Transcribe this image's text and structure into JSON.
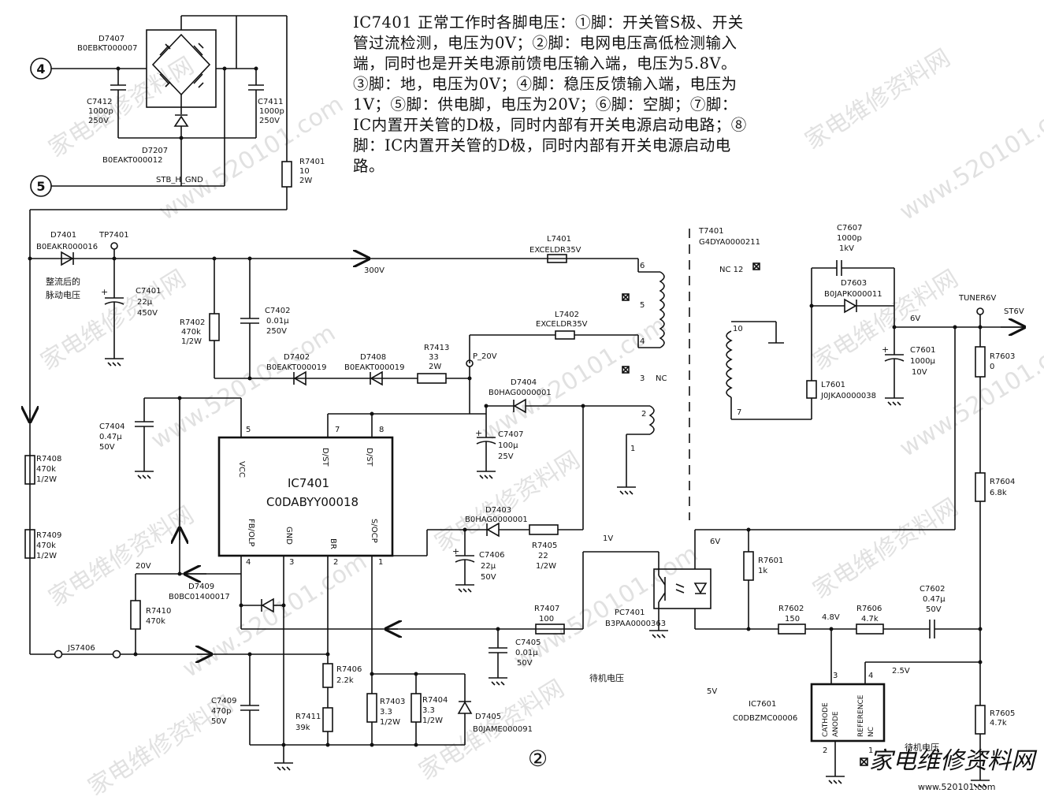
{
  "description": "IC7401 正常工作时各脚电压：①脚：开关管S极、开关管过流检测，电压为0V；②脚：电网电压高低检测输入端，同时也是开关电源前馈电压输入端，电压为5.8V。③脚：地，电压为0V；④脚：稳压反馈输入端，电压为1V；⑤脚：供电脚，电压为20V；⑥脚：空脚；⑦脚：IC内置开关管的D极，同时内部有开关电源启动电路；⑧脚：IC内置开关管的D极，同时内部有开关电源启动电路。",
  "page_number": "②",
  "connectors": {
    "c4": "4",
    "c5": "5"
  },
  "ic7401": {
    "name": "IC7401",
    "part": "C0DABYY00018",
    "pins": [
      {
        "num": "5",
        "label": "VCC"
      },
      {
        "num": "7",
        "label": "D/ST"
      },
      {
        "num": "8",
        "label": "D/ST"
      },
      {
        "num": "4",
        "label": "FB/OLP"
      },
      {
        "num": "3",
        "label": "GND"
      },
      {
        "num": "2",
        "label": "BR"
      },
      {
        "num": "1",
        "label": "S/OCP"
      }
    ]
  },
  "ic7601": {
    "name": "IC7601",
    "part": "C0DBZMC00006",
    "pins": {
      "cathode": "CATHODE",
      "anode": "ANODE",
      "reference": "REFERENCE",
      "nc": "NC",
      "p3": "3",
      "p4": "4",
      "p2": "2",
      "p1": "1"
    }
  },
  "t7401": {
    "name": "T7401",
    "part": "G4DYA0000211",
    "pins": [
      "6",
      "5",
      "4",
      "3",
      "2",
      "1",
      "10",
      "7"
    ],
    "nc12": "NC 12",
    "nc3": "NC"
  },
  "pc7401": {
    "name": "PC7401",
    "part": "B3PAA0000363"
  },
  "components": {
    "d7407": {
      "name": "D7407",
      "part": "B0EBKT000007"
    },
    "d7207": {
      "name": "D7207",
      "part": "B0EAKT000012"
    },
    "c7412": {
      "name": "C7412",
      "v1": "1000p",
      "v2": "250V"
    },
    "c7411": {
      "name": "C7411",
      "v1": "1000p",
      "v2": "250V"
    },
    "r7401": {
      "name": "R7401",
      "v1": "10",
      "v2": "2W"
    },
    "stb": "STB_H_GND",
    "d7401": {
      "name": "D7401",
      "part": "B0EAKR000016"
    },
    "tp7401": "TP7401",
    "c7401": {
      "name": "C7401",
      "v1": "22μ",
      "v2": "450V"
    },
    "pulse": {
      "l1": "整流后的",
      "l2": "脉动电压"
    },
    "l7401": {
      "name": "L7401",
      "part": "EXCELDR35V"
    },
    "l7402": {
      "name": "L7402",
      "part": "EXCELDR35V"
    },
    "v300": "300V",
    "r7402": {
      "name": "R7402",
      "v1": "470k",
      "v2": "1/2W"
    },
    "c7402": {
      "name": "C7402",
      "v1": "0.01μ",
      "v2": "250V"
    },
    "d7402": {
      "name": "D7402",
      "part": "B0EAKT000019"
    },
    "d7408": {
      "name": "D7408",
      "part": "B0EAKT000019"
    },
    "r7413": {
      "name": "R7413",
      "v1": "33",
      "v2": "2W"
    },
    "p20v": "P_20V",
    "d7404": {
      "name": "D7404",
      "part": "B0HAG0000001"
    },
    "c7407": {
      "name": "C7407",
      "v1": "100μ",
      "v2": "25V"
    },
    "c7404": {
      "name": "C7404",
      "v1": "0.47μ",
      "v2": "50V"
    },
    "r7408": {
      "name": "R7408",
      "v1": "470k",
      "v2": "1/2W"
    },
    "r7409": {
      "name": "R7409",
      "v1": "470k",
      "v2": "1/2W"
    },
    "v20": "20V",
    "r7410": {
      "name": "R7410",
      "v1": "470k"
    },
    "d7409": {
      "name": "D7409",
      "part": "B0BC01400017"
    },
    "js7406": "JS7406",
    "d7403": {
      "name": "D7403",
      "part": "B0HAG0000001"
    },
    "c7406": {
      "name": "C7406",
      "v1": "22μ",
      "v2": "50V"
    },
    "r7405": {
      "name": "R7405",
      "v1": "22",
      "v2": "1/2W"
    },
    "r7407": {
      "name": "R7407",
      "v1": "100"
    },
    "c7405": {
      "name": "C7405",
      "v1": "0.01μ",
      "v2": "50V"
    },
    "standby1": "待机电压",
    "c7409": {
      "name": "C7409",
      "v1": "470p",
      "v2": "50V"
    },
    "r7406": {
      "name": "R7406",
      "v1": "2.2k"
    },
    "r7411": {
      "name": "R7411",
      "v1": "39k"
    },
    "r7403": {
      "name": "R7403",
      "v1": "3.3",
      "v2": "1/2W"
    },
    "r7404": {
      "name": "R7404",
      "v1": "3.3",
      "v2": "1/2W"
    },
    "d7405": {
      "name": "D7405",
      "part": "B0JAME000091"
    },
    "v1": "1V",
    "c7607": {
      "name": "C7607",
      "v1": "1000p",
      "v2": "1kV"
    },
    "d7603": {
      "name": "D7603",
      "part": "B0JAPK000011"
    },
    "v6a": "6V",
    "tuner": "TUNER6V",
    "st6v": "ST6V",
    "c7601": {
      "name": "C7601",
      "v1": "1000μ",
      "v2": "10V"
    },
    "l7601": {
      "name": "L7601",
      "part": "J0JKA0000038"
    },
    "r7603": {
      "name": "R7603",
      "v1": "0"
    },
    "r7604": {
      "name": "R7604",
      "v1": "6.8k"
    },
    "v6b": "6V",
    "r7601": {
      "name": "R7601",
      "v1": "1k"
    },
    "r7602": {
      "name": "R7602",
      "v1": "150"
    },
    "v48": "4.8V",
    "r7606": {
      "name": "R7606",
      "v1": "4.7k"
    },
    "c7602": {
      "name": "C7602",
      "v1": "0.47μ",
      "v2": "50V"
    },
    "v25": "2.5V",
    "v5": "5V",
    "r7605": {
      "name": "R7605",
      "v1": "4.7k"
    },
    "standby2": "待机电压"
  },
  "watermark": {
    "text": "家电维修资料网",
    "url": "www.520101.com",
    "logo": "家电维修资料网",
    "logo_url": "www.520101.com"
  }
}
